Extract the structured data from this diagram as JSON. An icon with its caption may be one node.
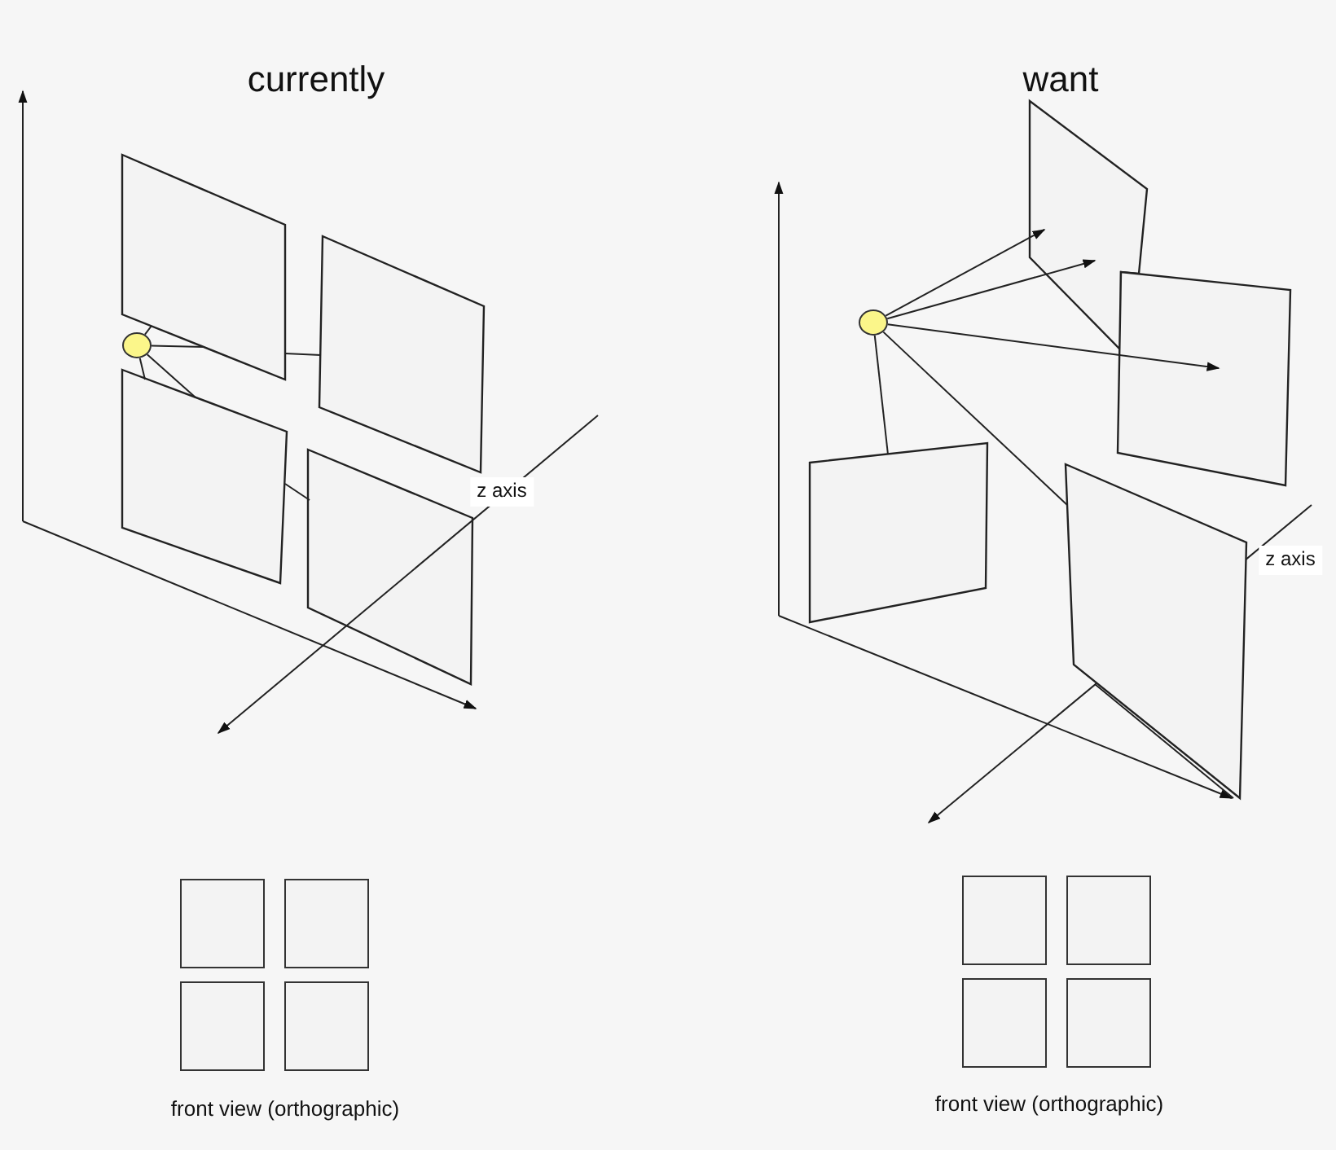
{
  "diagram": {
    "nodes": [
      {
        "text": [],
        "shape": "circle"
      },
      {
        "text": [],
        "shape": "box"
      },
      {
        "text": [],
        "shape": "box"
      },
      {
        "text": [],
        "shape": "box"
      },
      {
        "text": [],
        "shape": "box"
      },
      {
        "text": [],
        "shape": "box"
      },
      {
        "text": [],
        "shape": "circle"
      },
      {
        "text": [],
        "shape": "box"
      },
      {
        "text": [],
        "shape": "box"
      },
      {
        "text": [],
        "shape": "box"
      }
    ],
    "edges": [
      {
        "from": 0,
        "to": 1,
        "arrow": "none"
      },
      {
        "from": 0,
        "to": 1,
        "arrow": "none"
      },
      {
        "from": 0,
        "to": 3,
        "arrow": "none"
      },
      {
        "from": 0,
        "to": 3,
        "arrow": "none"
      },
      {
        "from": 1,
        "to": 2,
        "arrow": "none"
      },
      {
        "from": 3,
        "to": 4,
        "arrow": "none"
      },
      {
        "from": 6,
        "to": 5,
        "arrow": "to"
      },
      {
        "from": 6,
        "to": 5,
        "arrow": "to"
      },
      {
        "from": 6,
        "to": 7,
        "arrow": "to"
      },
      {
        "from": 6,
        "to": 8,
        "arrow": "none"
      },
      {
        "from": 6,
        "to": 9,
        "arrow": "none"
      }
    ],
    "labels": [
      "currently",
      "want",
      "z axis",
      "z axis",
      "front view (orthographic)",
      "front view (orthographic)"
    ]
  }
}
